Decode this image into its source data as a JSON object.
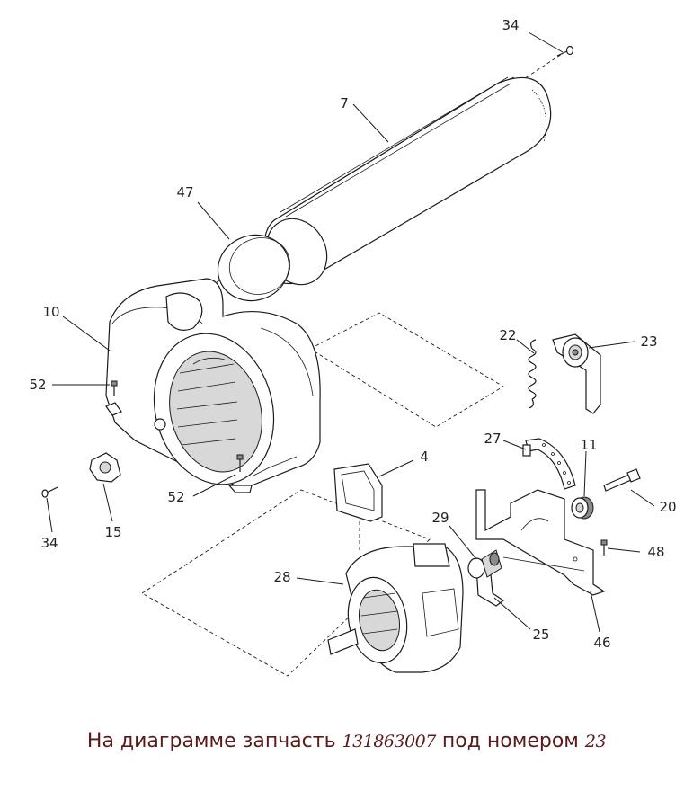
{
  "callouts": [
    {
      "id": "c34a",
      "label": "34"
    },
    {
      "id": "c7",
      "label": "7"
    },
    {
      "id": "c47",
      "label": "47"
    },
    {
      "id": "c10",
      "label": "10"
    },
    {
      "id": "c52a",
      "label": "52"
    },
    {
      "id": "c52b",
      "label": "52"
    },
    {
      "id": "c34b",
      "label": "34"
    },
    {
      "id": "c15",
      "label": "15"
    },
    {
      "id": "c22",
      "label": "22"
    },
    {
      "id": "c23",
      "label": "23"
    },
    {
      "id": "c27",
      "label": "27"
    },
    {
      "id": "c11",
      "label": "11"
    },
    {
      "id": "c4",
      "label": "4"
    },
    {
      "id": "c20",
      "label": "20"
    },
    {
      "id": "c29",
      "label": "29"
    },
    {
      "id": "c48",
      "label": "48"
    },
    {
      "id": "c28",
      "label": "28"
    },
    {
      "id": "c25",
      "label": "25"
    },
    {
      "id": "c46",
      "label": "46"
    }
  ],
  "caption": {
    "prefix": "На диаграмме запчасть",
    "part_number": "131863007",
    "middle": "под номером",
    "position": "23"
  },
  "colors": {
    "caption": "#5a1a1a",
    "lines": "#1a1a1a"
  }
}
